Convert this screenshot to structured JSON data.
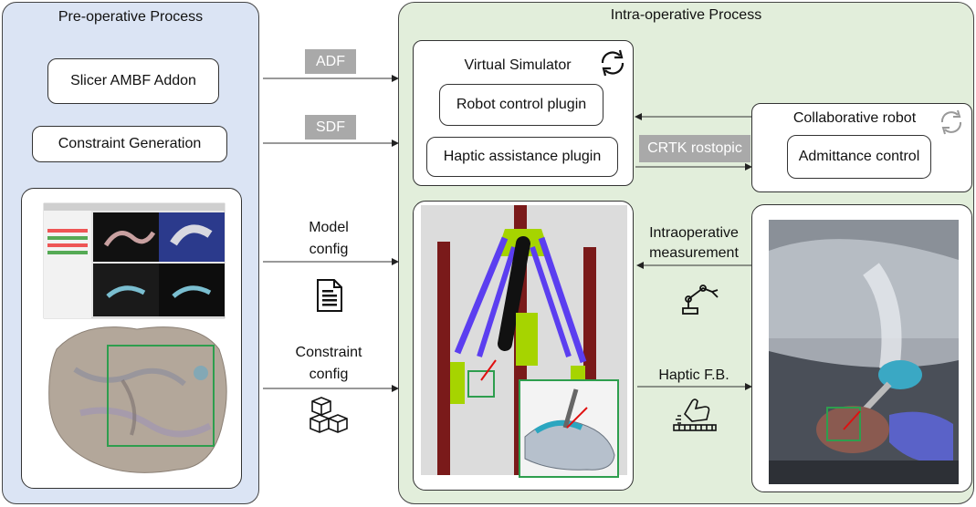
{
  "pre": {
    "title": "Pre-operative Process",
    "addon": "Slicer AMBF Addon",
    "constraint_gen": "Constraint Generation"
  },
  "intra": {
    "title": "Intra-operative Process",
    "virtual_sim": "Virtual Simulator",
    "robot_plugin": "Robot control plugin",
    "haptic_plugin": "Haptic assistance plugin",
    "collab_robot": "Collaborative robot",
    "admittance": "Admittance control"
  },
  "arrows": {
    "adf": "ADF",
    "sdf": "SDF",
    "crtk": "CRTK rostopic",
    "model_l1": "Model",
    "model_l2": "config",
    "constraint_l1": "Constraint",
    "constraint_l2": "config",
    "intraop_l1": "Intraoperative",
    "intraop_l2": "measurement",
    "haptic_fb": "Haptic F.B."
  },
  "icons": [
    "document-icon",
    "cubes-icon",
    "robot-arm-icon",
    "haptic-hand-icon",
    "cycle-icon"
  ],
  "colors": {
    "pre_bg": "#dbe4f4",
    "intra_bg": "#e2eedb",
    "tag_bg": "#a9a9a9",
    "highlight": "#2e9e4e"
  }
}
